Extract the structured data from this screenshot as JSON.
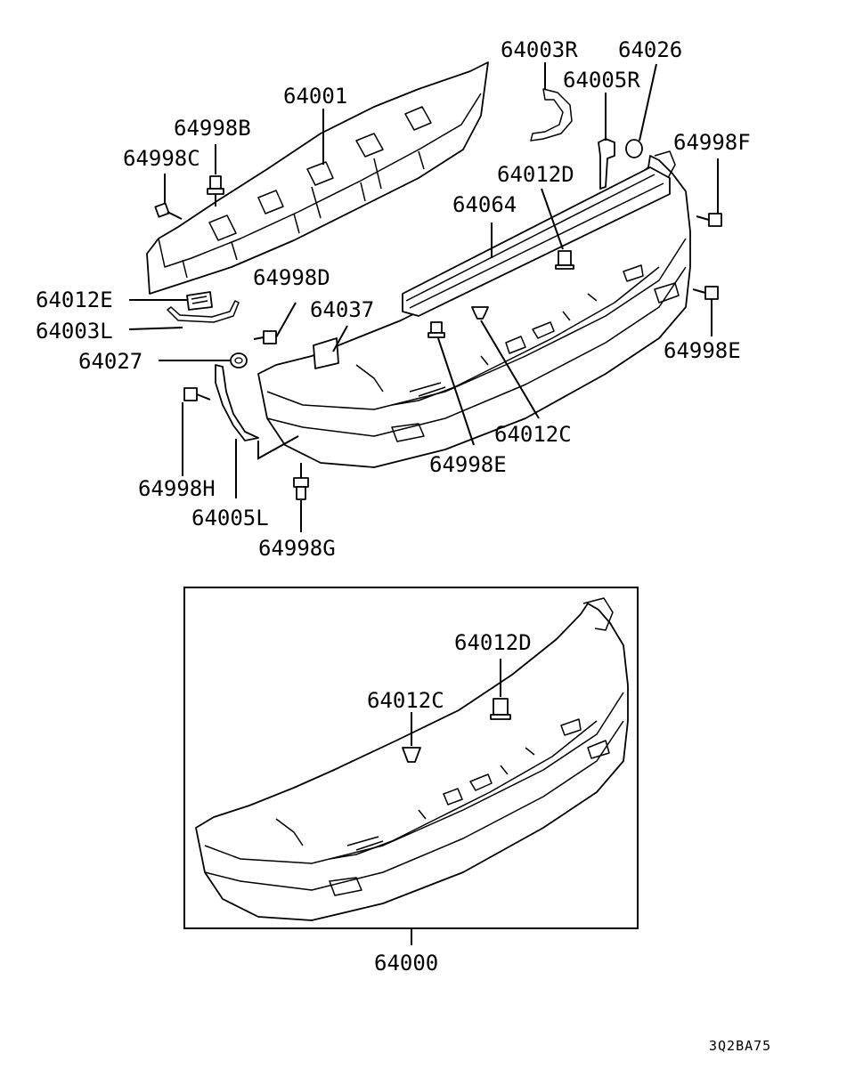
{
  "labels": {
    "l64003R": "64003R",
    "l64026": "64026",
    "l64005R": "64005R",
    "l64001": "64001",
    "l64998B": "64998B",
    "l64998C": "64998C",
    "l64998F": "64998F",
    "l64012D": "64012D",
    "l64064": "64064",
    "l64012E": "64012E",
    "l64003L": "64003L",
    "l64998D": "64998D",
    "l64037": "64037",
    "l64998E_right": "64998E",
    "l64027": "64027",
    "l64012C": "64012C",
    "l64998E_mid": "64998E",
    "l64998H": "64998H",
    "l64005L": "64005L",
    "l64998G": "64998G",
    "l64012D_box": "64012D",
    "l64012C_box": "64012C",
    "l64000": "64000"
  },
  "diagram_code": "3Q2BA75"
}
